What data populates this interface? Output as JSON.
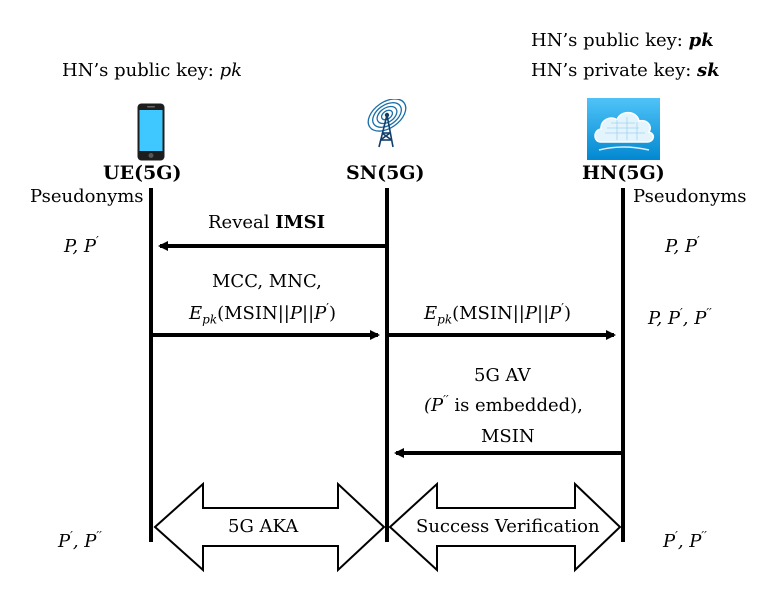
{
  "ue": {
    "key_label": "HN’s public key: ",
    "key_var": "pk",
    "name": "UE(5G)",
    "pseudonyms_label": "Pseudonyms",
    "ps1": "P, P",
    "ps2_a": "P",
    "ps2_b": ", P"
  },
  "sn": {
    "name": "SN(5G)"
  },
  "hn": {
    "pub_key_label": "HN’s public key: ",
    "pub_key_var": "pk",
    "priv_key_label": "HN’s private key: ",
    "priv_key_var": "sk",
    "name": "HN(5G)",
    "pseudonyms_label": "Pseudonyms",
    "ps1": "P, P",
    "ps2": "P, P",
    "ps2_c": ", P",
    "ps3_a": "P",
    "ps3_b": ", P"
  },
  "messages": {
    "reveal_prefix": "Reveal ",
    "reveal_bold": "IMSI",
    "m2_line1": "MCC, MNC,",
    "enc_E": "E",
    "enc_sub": "pk",
    "enc_body_a": "(MSIN||",
    "enc_P": "P",
    "enc_bars": "||",
    "enc_P2": "P",
    "enc_close": ")",
    "av_line1": "5G AV",
    "av_line2_a": "(P",
    "av_line2_b": " is embedded),",
    "av_line3": "MSIN"
  },
  "arrows": {
    "aka": "5G AKA",
    "verification": "Success Verification"
  },
  "icons": {
    "ue": "phone-icon",
    "sn": "antenna-icon",
    "hn": "cloud-icon"
  },
  "colors": {
    "phone_screen": "#3fc8ff",
    "cloud_bg": "#29b6f6"
  }
}
